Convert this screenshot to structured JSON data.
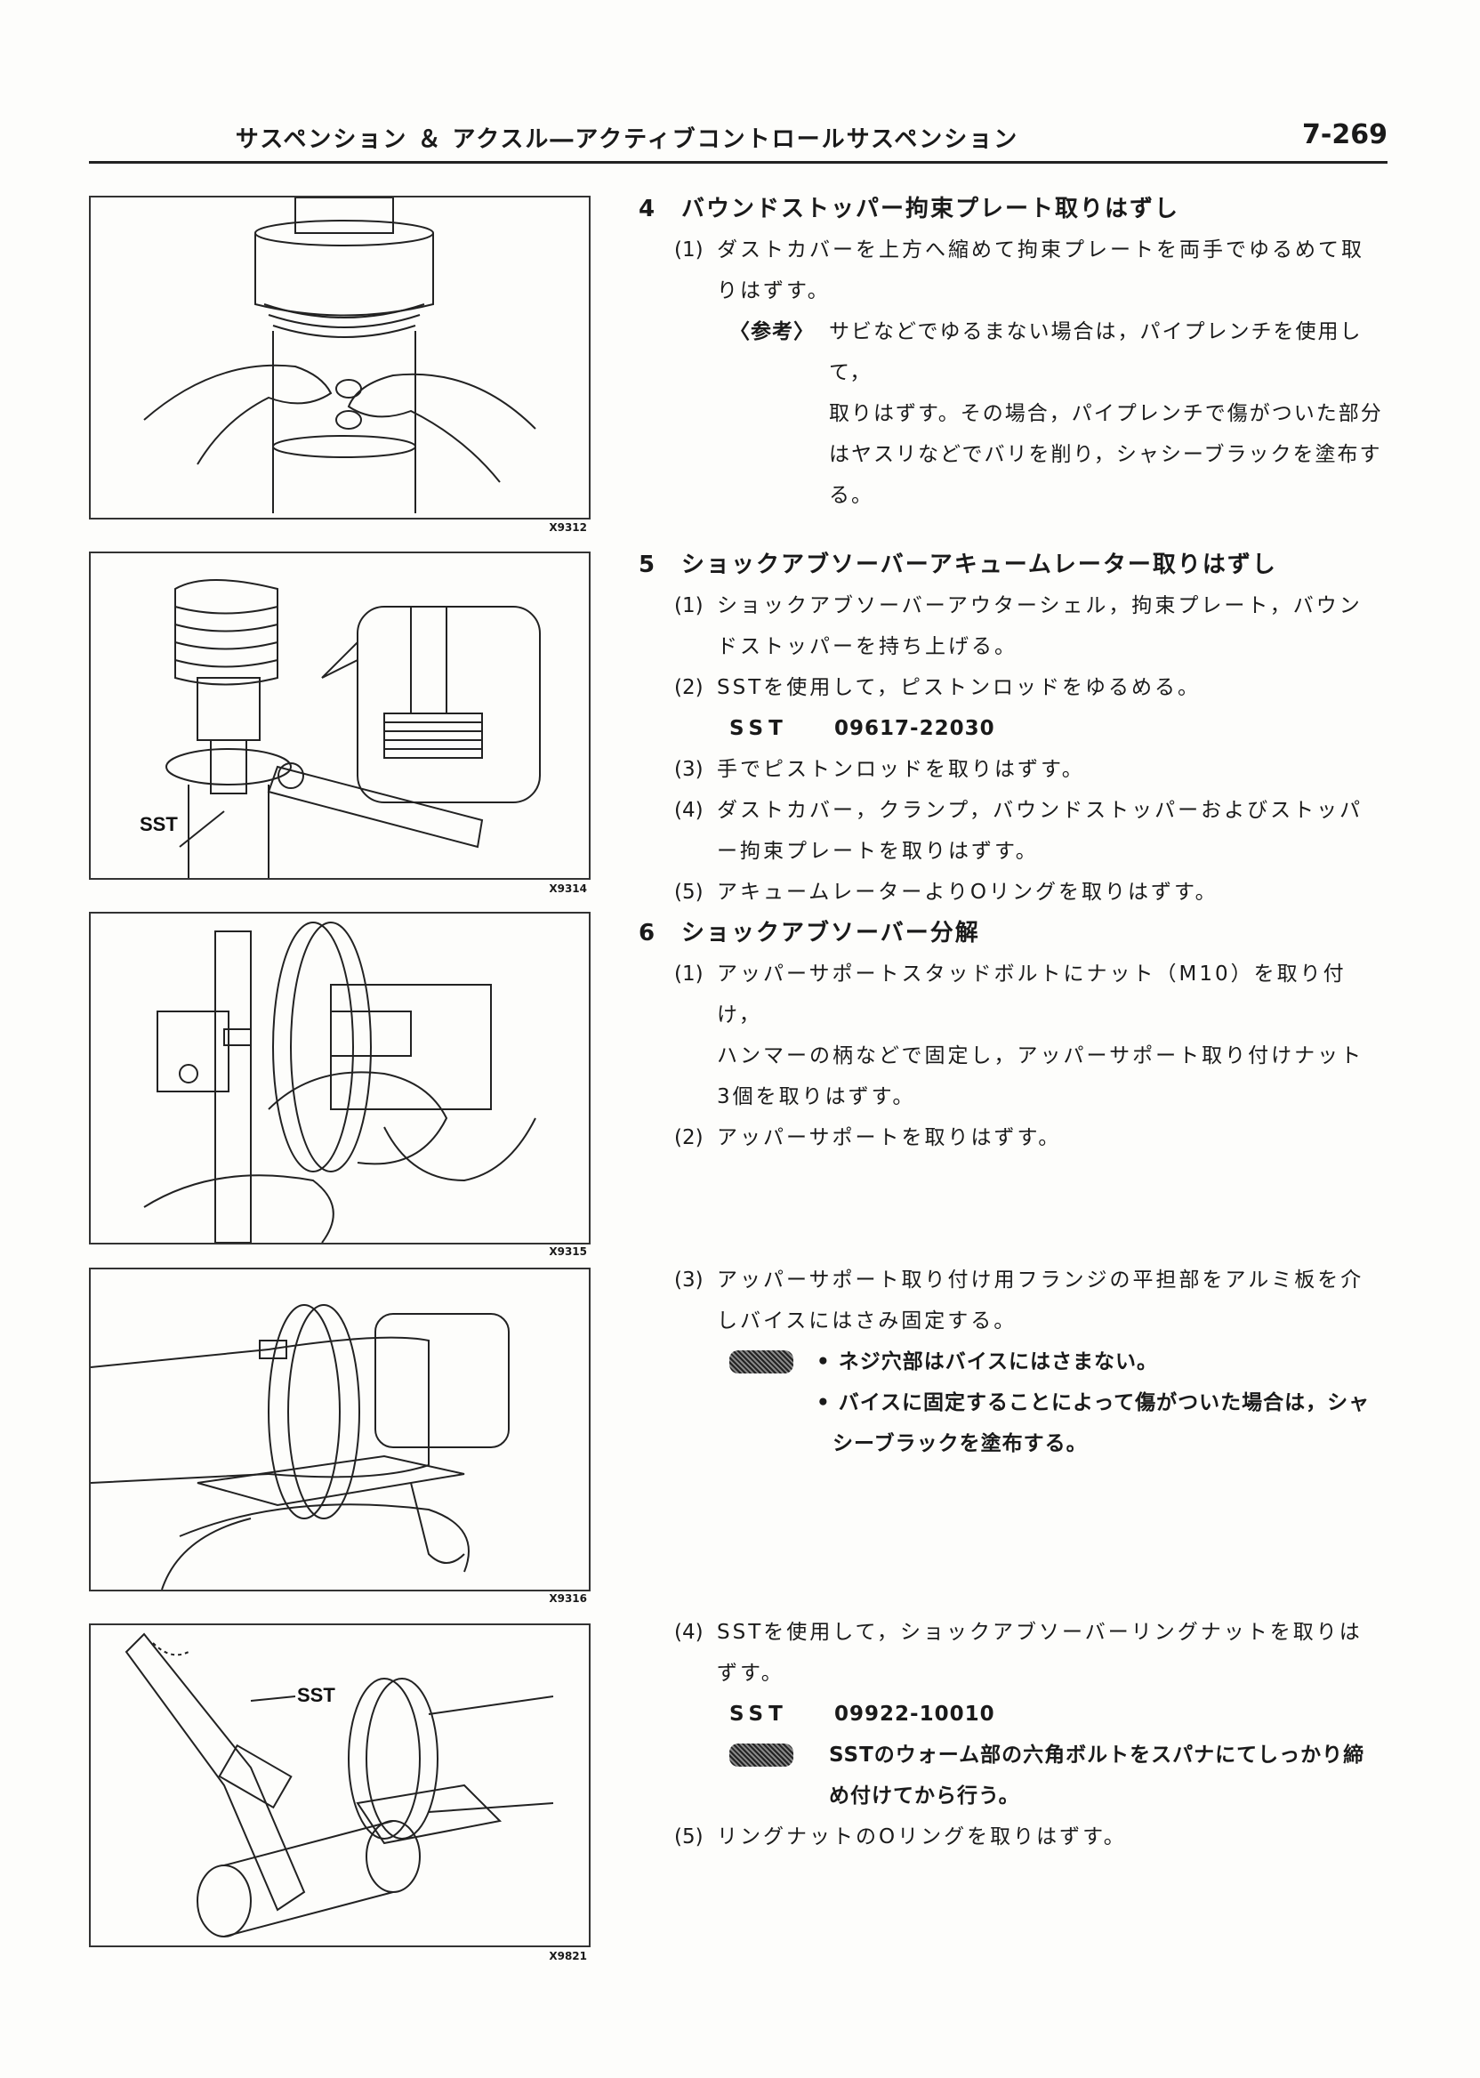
{
  "header": {
    "title": "サスペンション ＆ アクスル―アクティブコントロールサスペンション",
    "page_number": "7-269"
  },
  "figures": [
    {
      "code": "X9312"
    },
    {
      "code": "X9314",
      "label": "SST"
    },
    {
      "code": "X9315"
    },
    {
      "code": "X9316"
    },
    {
      "code": "X9821",
      "label": "SST"
    }
  ],
  "sec4": {
    "num": "4",
    "title": "バウンドストッパー拘束プレート取りはずし",
    "s1_num": "(1)",
    "s1_a": "ダストカバーを上方へ縮めて拘束プレートを両手でゆるめて取",
    "s1_b": "りはずす。",
    "note_label": "〈参考〉",
    "note_1": "サビなどでゆるまない場合は，パイプレンチを使用して，",
    "note_2": "取りはずす。その場合，パイプレンチで傷がついた部分",
    "note_3": "はヤスリなどでバリを削り，シャシーブラックを塗布す",
    "note_4": "る。"
  },
  "sec5": {
    "num": "5",
    "title": "ショックアブソーバーアキュームレーター取りはずし",
    "s1_num": "(1)",
    "s1_a": "ショックアブソーバーアウターシェル，拘束プレート，バウン",
    "s1_b": "ドストッパーを持ち上げる。",
    "s2_num": "(2)",
    "s2": "SSTを使用して，ピストンロッドをゆるめる。",
    "sst_label": "SST",
    "sst_code": "09617-22030",
    "s3_num": "(3)",
    "s3": "手でピストンロッドを取りはずす。",
    "s4_num": "(4)",
    "s4_a": "ダストカバー，クランプ，バウンドストッパーおよびストッパ",
    "s4_b": "ー拘束プレートを取りはずす。",
    "s5_num": "(5)",
    "s5": "アキュームレーターよりOリングを取りはずす。"
  },
  "sec6": {
    "num": "6",
    "title": "ショックアブソーバー分解",
    "s1_num": "(1)",
    "s1_a": "アッパーサポートスタッドボルトにナット（M10）を取り付け，",
    "s1_b": "ハンマーの柄などで固定し，アッパーサポート取り付けナット",
    "s1_c": "3個を取りはずす。",
    "s2_num": "(2)",
    "s2": "アッパーサポートを取りはずす。",
    "s3_num": "(3)",
    "s3_a": "アッパーサポート取り付け用フランジの平担部をアルミ板を介",
    "s3_b": "しバイスにはさみ固定する。",
    "caution_1": "• ネジ穴部はバイスにはさまない。",
    "caution_2a": "• バイスに固定することによって傷がついた場合は，シャ",
    "caution_2b": "シーブラックを塗布する。",
    "s4_num": "(4)",
    "s4_a": "SSTを使用して，ショックアブソーバーリングナットを取りは",
    "s4_b": "ずす。",
    "sst_label": "SST",
    "sst_code": "09922-10010",
    "caution_3a": "SSTのウォーム部の六角ボルトをスパナにてしっかり締",
    "caution_3b": "め付けてから行う。",
    "s5_num": "(5)",
    "s5": "リングナットのOリングを取りはずす。"
  }
}
